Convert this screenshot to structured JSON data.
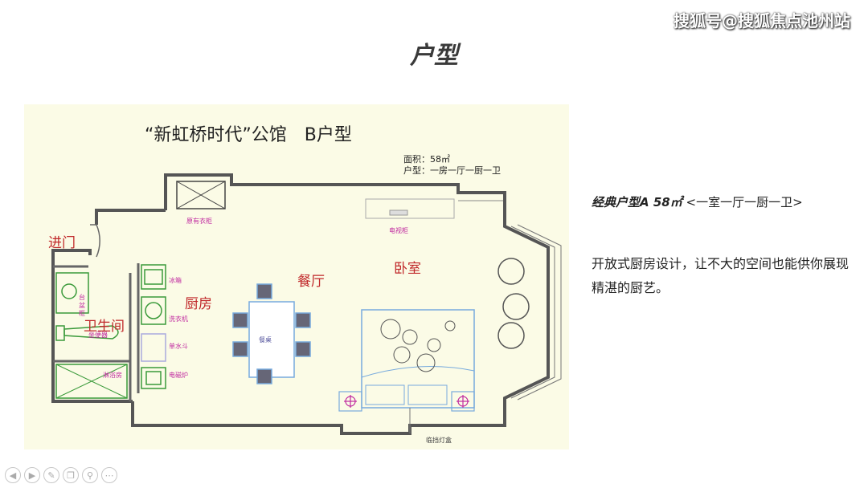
{
  "watermark": "搜狐号@搜狐焦点池州站",
  "slide_title": "户型",
  "plan": {
    "title": "“新虹桥时代”公馆　B户型",
    "area_line": "面积：58㎡",
    "type_line": "户型：一房一厅一厨一卫",
    "rooms": {
      "entrance": "进门",
      "bathroom": "卫生间",
      "kitchen": "厨房",
      "dining": "餐厅",
      "bedroom": "卧室"
    },
    "fixtures": {
      "wardrobe": "原有衣柜",
      "tv_cabinet": "电视柜",
      "fridge": "冰箱",
      "washer": "洗衣机",
      "sink": "单水斗",
      "induction": "电磁炉",
      "vanity": "台盆柜",
      "toilet": "坐便器",
      "shower": "淋浴房",
      "dining_table": "餐桌",
      "junction_box": "临挡灯盒"
    }
  },
  "desc": {
    "headline_bold": "经典户型A 58㎡",
    "headline_rest": "<一室一厅一厨一卫>",
    "body": "开放式厨房设计，让不大的空间也能供你展现精湛的厨艺。"
  },
  "toolbar_icons": [
    "arrow-left-icon",
    "arrow-right-icon",
    "pen-icon",
    "copy-icon",
    "zoom-icon",
    "more-icon"
  ]
}
